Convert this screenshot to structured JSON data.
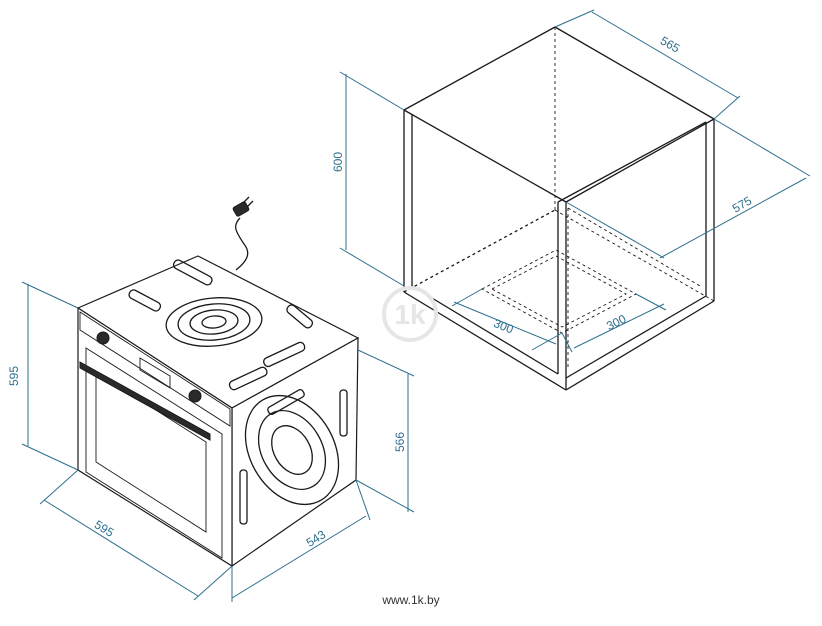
{
  "dimensions": {
    "oven_height": "595",
    "oven_width": "595",
    "oven_depth": "543",
    "oven_side_height": "566",
    "niche_height": "600",
    "niche_width": "565",
    "niche_depth": "575",
    "cutout_left": "300",
    "cutout_right": "300"
  },
  "watermark": "1k",
  "footer": {
    "site": "www.1k.by"
  },
  "colors": {
    "dimension": "#2e6f8e",
    "outline": "#1a1a1a"
  }
}
